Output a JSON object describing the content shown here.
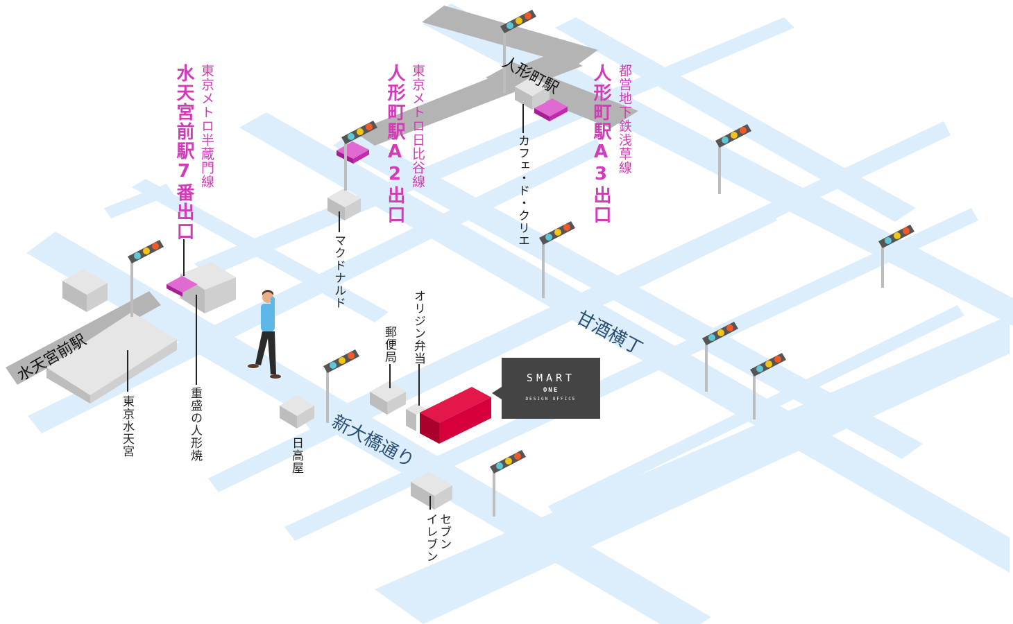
{
  "stations": {
    "ningyocho": "人形町駅",
    "suitengumae": "水天宮前駅"
  },
  "exits": {
    "suitengu_line": "東京メトロ半蔵門線",
    "suitengu_exit": "水天宮前駅7番出口",
    "a2_line": "東京メトロ日比谷線",
    "a2_exit": "人形町駅A2出口",
    "a3_line": "都営地下鉄浅草線",
    "a3_exit": "人形町駅A3出口"
  },
  "streets": {
    "amazake": "甘酒横丁",
    "shin_ohashi": "新大橋通り"
  },
  "landmarks": {
    "cafe": "カフェ・ド・クリエ",
    "mcdonalds": "マクドナルド",
    "origin": "オリジン弁当",
    "post_office": "郵便局",
    "suitengu": "東京水天宮",
    "shigemori": "重盛の人形焼",
    "hidakaya": "日高屋",
    "seven_eleven": "セブン\nイレブン"
  },
  "office": {
    "line1": "SMART",
    "line2": "ONE",
    "line3": "DESIGN OFFICE"
  },
  "colors": {
    "road": "#dcedfb",
    "building": "#d9d9d9",
    "exit_marker": "#d23bb8",
    "office": "#d6003a",
    "station_road": "#b4b4b4"
  }
}
